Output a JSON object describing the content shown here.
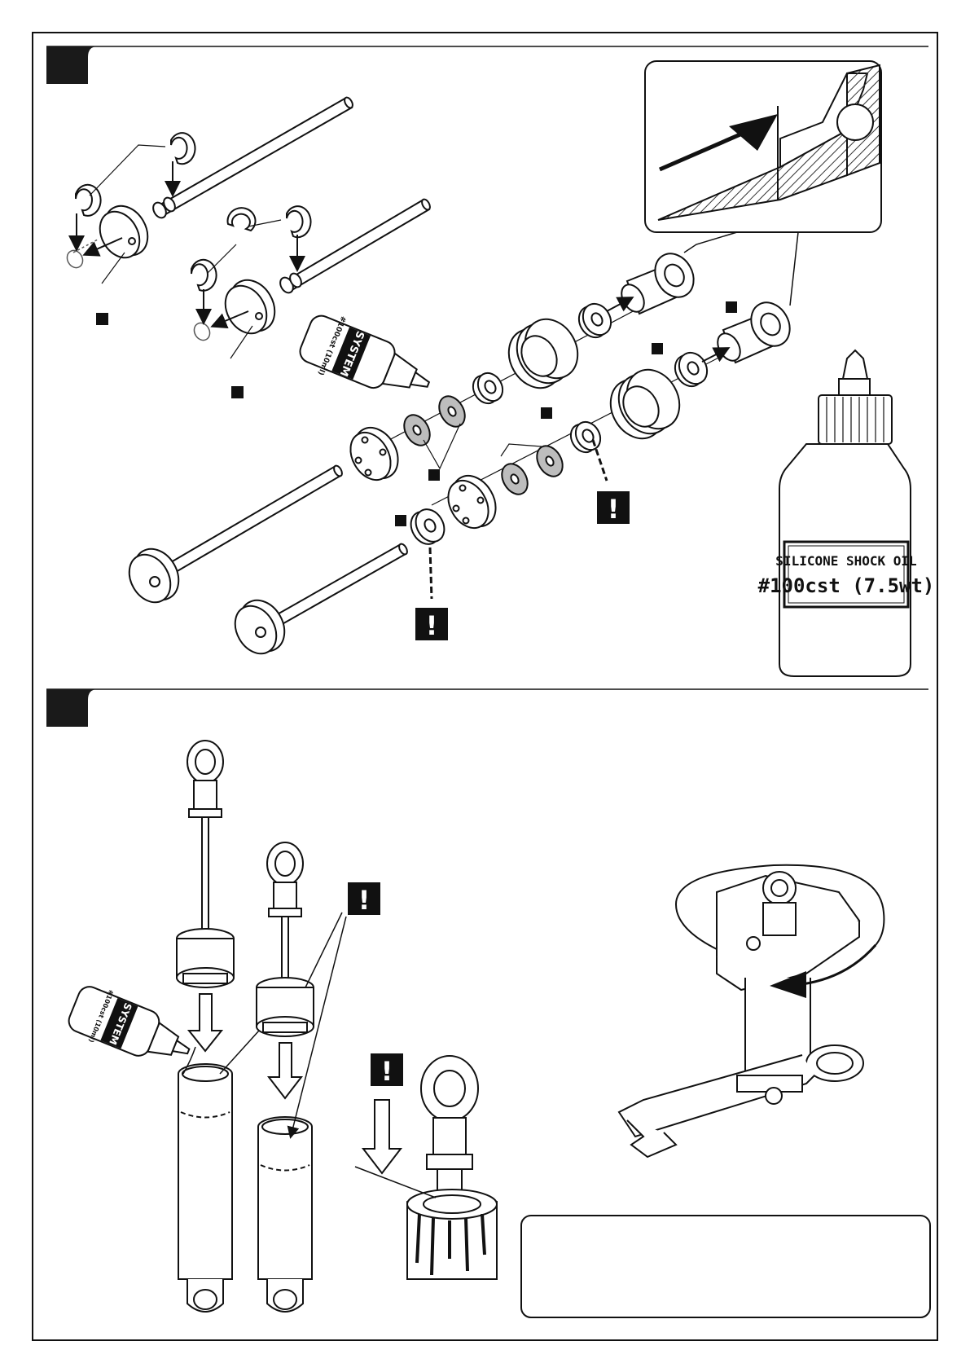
{
  "oil_bottle": {
    "label_line1": "SILICONE SHOCK OIL",
    "label_line2": "#100cst (7.5wt)"
  },
  "small_bottle": {
    "brand": "SYSTEM",
    "spec": "#100cst (10ml)"
  },
  "warning_glyph": "!",
  "colors": {
    "ink": "#111111",
    "shim_fill": "#bdbdbd",
    "step_badge": "#1a1a1a",
    "hatch": "#333333"
  },
  "icons": [
    "warning-icon",
    "rotate-arrow-icon",
    "down-arrow-icon"
  ]
}
